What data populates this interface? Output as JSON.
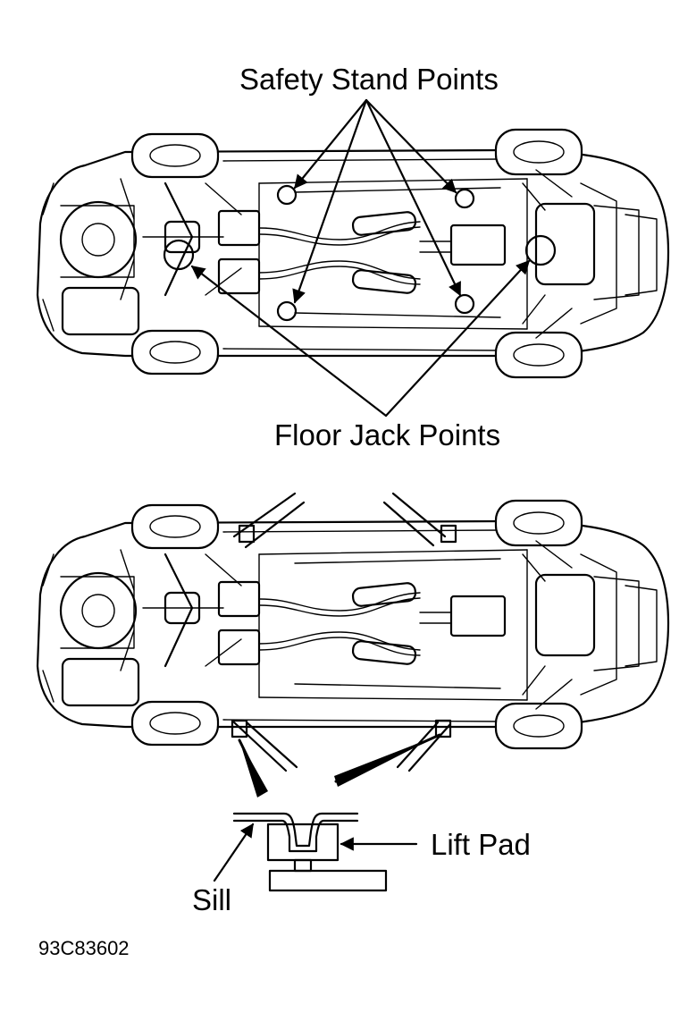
{
  "labels": {
    "safety_stand_points": "Safety Stand Points",
    "floor_jack_points": "Floor Jack Points",
    "lift_pad": "Lift Pad",
    "sill": "Sill",
    "figure_code": "93C83602"
  },
  "icons": {
    "top_view": "car-underside-icon",
    "bottom_view": "car-underside-on-lift-icon",
    "detail": "lift-pad-sill-detail-icon"
  }
}
